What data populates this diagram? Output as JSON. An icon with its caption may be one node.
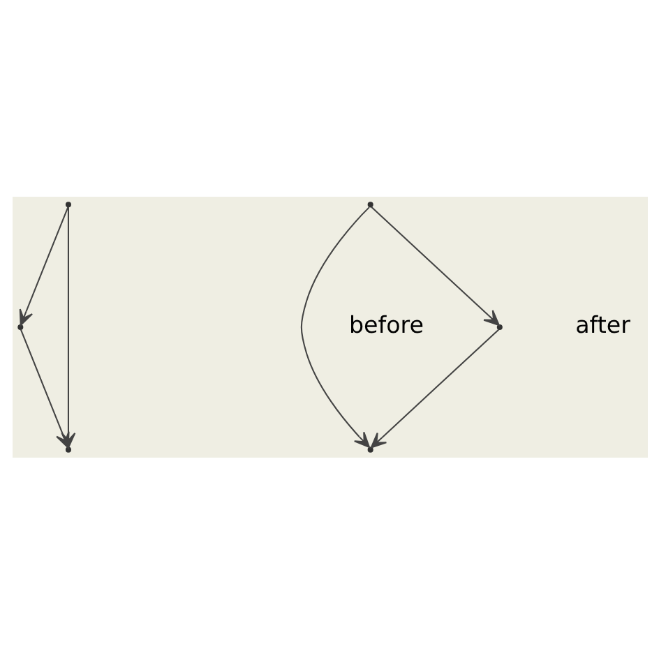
{
  "diagram": {
    "nodes": [
      {
        "text": [],
        "shape": "point"
      },
      {
        "text": [],
        "shape": "point"
      },
      {
        "text": [],
        "shape": "point"
      },
      {
        "text": [],
        "shape": "point"
      },
      {
        "text": [],
        "shape": "point"
      },
      {
        "text": [],
        "shape": "point"
      }
    ],
    "edges": [
      {
        "from": 0,
        "to": 1,
        "arrow": "to"
      },
      {
        "from": 1,
        "to": 2,
        "arrow": "to"
      },
      {
        "from": 0,
        "to": 2,
        "arrow": "to"
      },
      {
        "from": 3,
        "to": 4,
        "arrow": "to"
      },
      {
        "from": 4,
        "to": 5,
        "arrow": "to"
      },
      {
        "from": 3,
        "to": 5,
        "arrow": "to"
      }
    ],
    "labels": [
      "before",
      "after"
    ]
  }
}
